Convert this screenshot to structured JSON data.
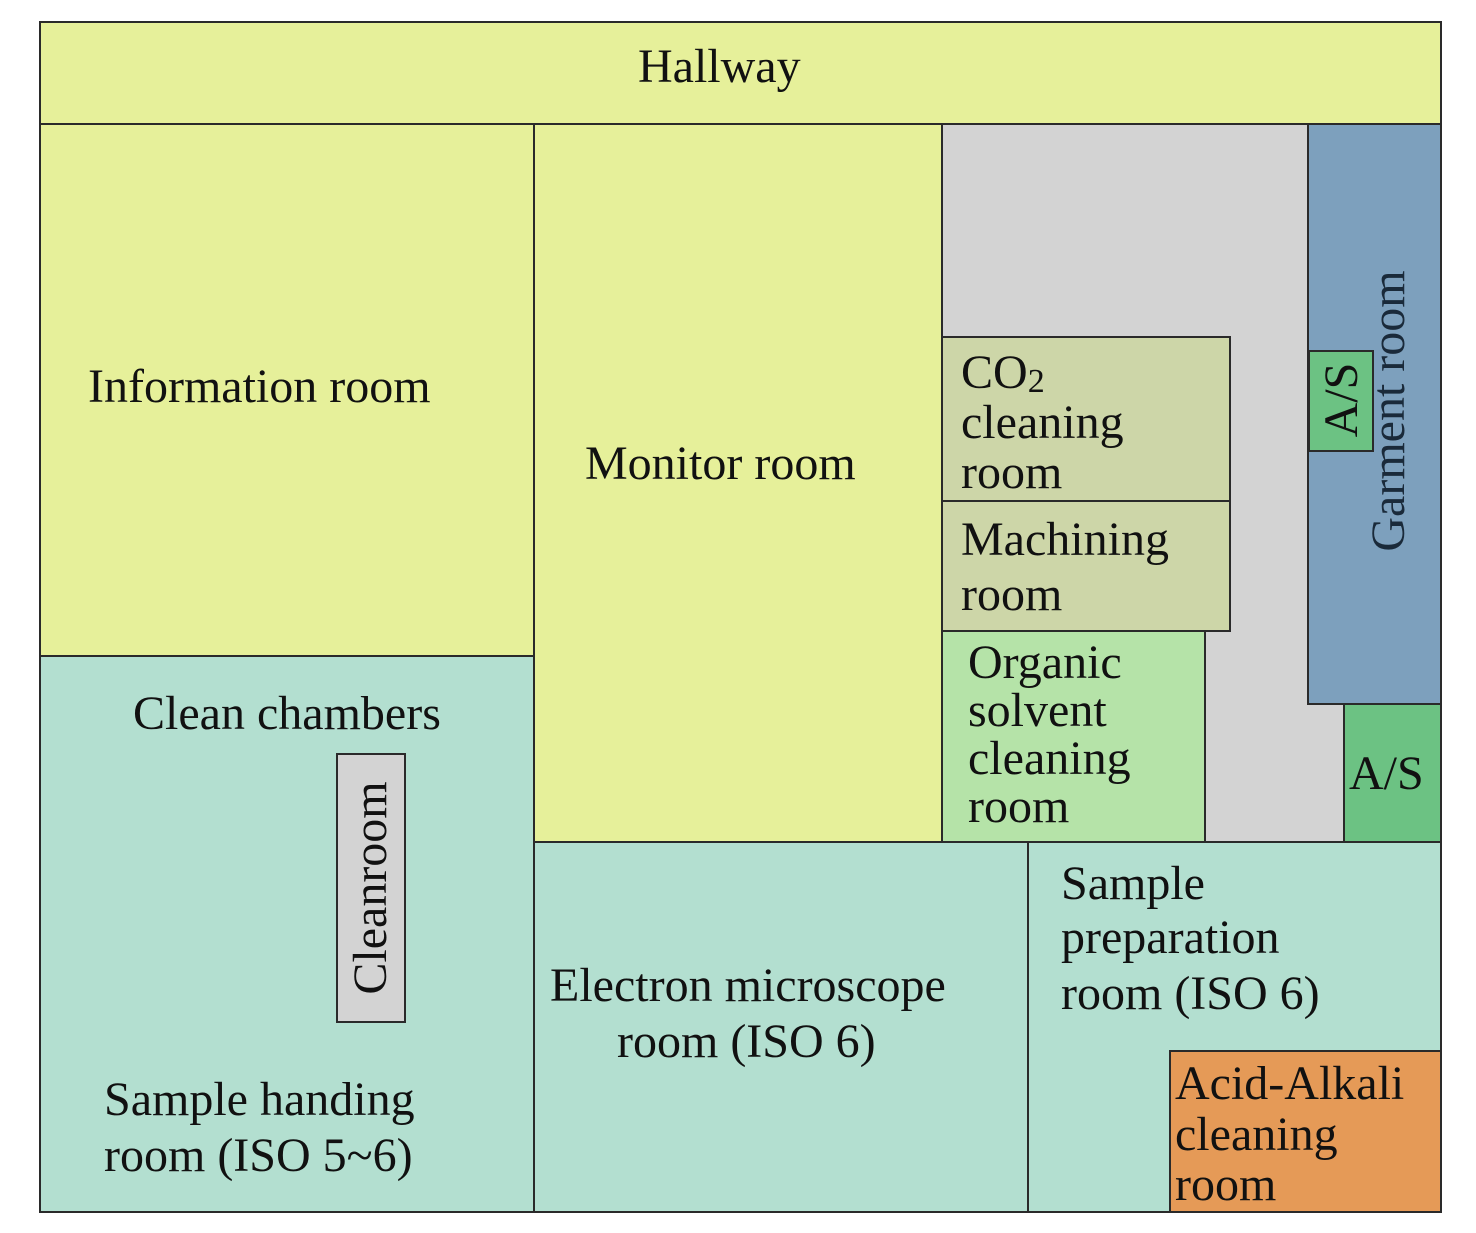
{
  "colors": {
    "yellow": "#e6f09a",
    "teal": "#b3dfd0",
    "gray": "#d3d3d3",
    "olive": "#cdd6a8",
    "lightgreen": "#b5e3a8",
    "green": "#6cc283",
    "blue": "#7da0bd",
    "orange": "#e59a57"
  },
  "rooms": {
    "hallway": "Hallway",
    "information_room": "Information room",
    "monitor_room": "Monitor room",
    "co2_cleaning": {
      "co": "CO",
      "sub": "2",
      "line2": "cleaning",
      "line3": "room"
    },
    "machining": {
      "line1": "Machining",
      "line2": "room"
    },
    "organic": {
      "line1": "Organic",
      "line2": "solvent",
      "line3": "cleaning",
      "line4": "room"
    },
    "garment_room": "Garment room",
    "as_top": "A/S",
    "as_bottom": "A/S",
    "clean_chambers": "Clean chambers",
    "cleanroom": "Cleanroom",
    "sample_handling": {
      "line1": "Sample handing",
      "line2": "room (ISO 5~6)"
    },
    "electron_microscope": {
      "line1": "Electron microscope",
      "line2": "room (ISO 6)"
    },
    "sample_preparation": {
      "line1": "Sample",
      "line2": "preparation",
      "line3": "room (ISO 6)"
    },
    "acid_alkali": {
      "line1": "Acid-Alkali",
      "line2": "cleaning",
      "line3": "room"
    }
  }
}
